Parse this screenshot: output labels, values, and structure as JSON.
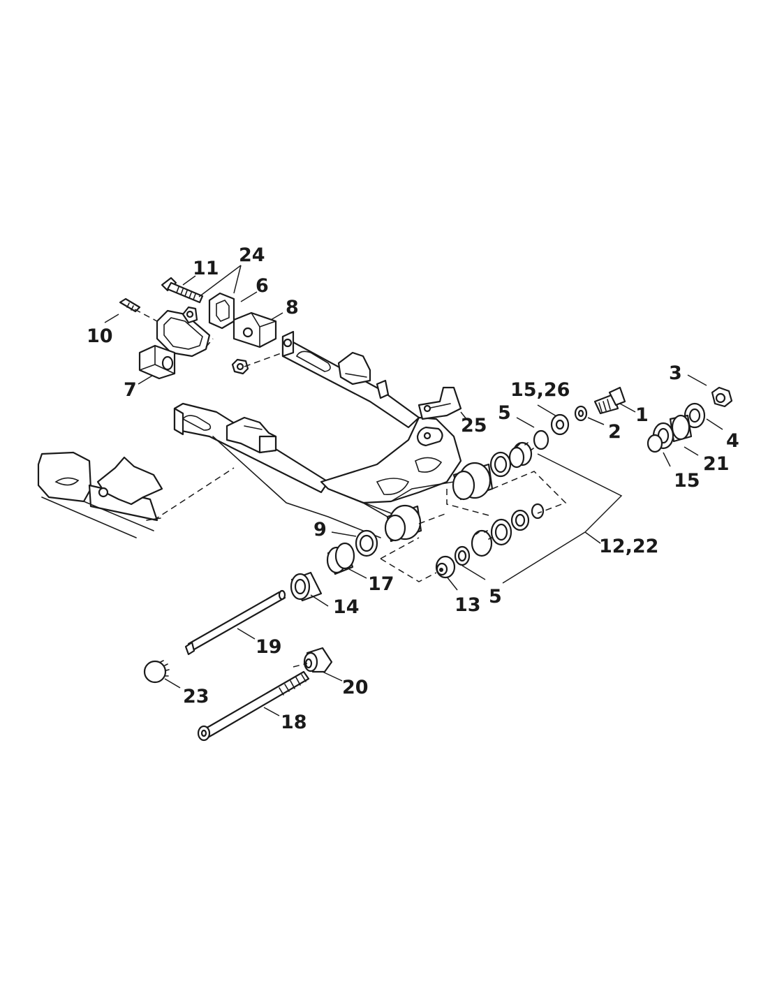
{
  "callouts": {
    "c1": "1",
    "c2": "2",
    "c3": "3",
    "c4": "4",
    "c5a": "5",
    "c5b": "5",
    "c6": "6",
    "c7": "7",
    "c8": "8",
    "c9": "9",
    "c10": "10",
    "c11": "11",
    "c12_22": "12,22",
    "c13": "13",
    "c14": "14",
    "c15a": "15",
    "c15_26": "15,26",
    "c17": "17",
    "c18": "18",
    "c19": "19",
    "c20": "20",
    "c21": "21",
    "c23": "23",
    "c24": "24",
    "c25": "25"
  }
}
